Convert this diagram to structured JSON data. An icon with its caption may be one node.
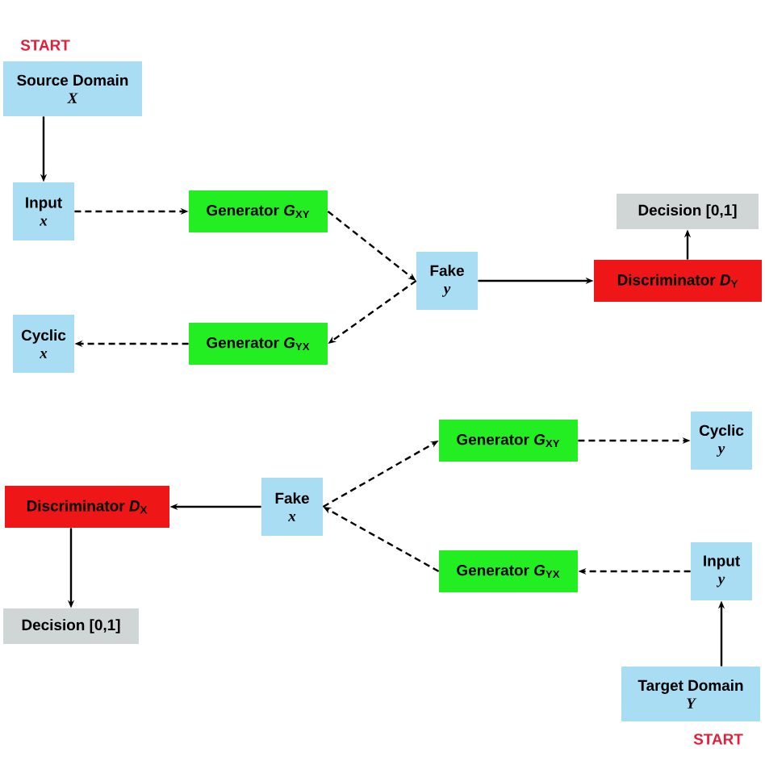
{
  "diagram": {
    "nodes": [
      {
        "text": [
          "Source Domain",
          "X"
        ],
        "beside": [
          "START"
        ]
      },
      {
        "text": [
          "Input",
          "x"
        ]
      },
      {
        "text": [
          "Generator *G*$_{XY}$"
        ]
      },
      {
        "text": [
          "Cyclic",
          "x"
        ]
      },
      {
        "text": [
          "Generator *G*$_{YX}$"
        ]
      },
      {
        "text": [
          "Fake",
          "y"
        ]
      },
      {
        "text": [
          "Discriminator *D*$_{Y}$"
        ]
      },
      {
        "text": [
          "Decision [0,1]"
        ]
      },
      {
        "text": [
          "Discriminator *D*$_{X}$"
        ]
      },
      {
        "text": [
          "Fake",
          "x"
        ]
      },
      {
        "text": [
          "Generator *G*$_{XY}$"
        ]
      },
      {
        "text": [
          "Generator *G*$_{YX}$"
        ]
      },
      {
        "text": [
          "Cyclic",
          "y"
        ]
      },
      {
        "text": [
          "Input",
          "y"
        ]
      },
      {
        "text": [
          "Target Domain",
          "Y"
        ],
        "beside": [
          "START"
        ]
      },
      {
        "text": [
          "Decision [0,1]"
        ]
      }
    ],
    "edges": [
      {
        "from": 0,
        "to": 1,
        "arrow": "to"
      },
      {
        "from": 1,
        "to": 2,
        "arrow": "to",
        "style": "dashed"
      },
      {
        "from": 2,
        "to": 5,
        "arrow": "to",
        "style": "dashed"
      },
      {
        "from": 5,
        "to": 4,
        "arrow": "to",
        "style": "dashed"
      },
      {
        "from": 4,
        "to": 3,
        "arrow": "to",
        "style": "dashed"
      },
      {
        "from": 5,
        "to": 6,
        "arrow": "to"
      },
      {
        "from": 6,
        "to": 7,
        "arrow": "to"
      },
      {
        "from": 14,
        "to": 13,
        "arrow": "to"
      },
      {
        "from": 13,
        "to": 11,
        "arrow": "to",
        "style": "dashed"
      },
      {
        "from": 11,
        "to": 9,
        "arrow": "to",
        "style": "dashed"
      },
      {
        "from": 9,
        "to": 10,
        "arrow": "to",
        "style": "dashed"
      },
      {
        "from": 10,
        "to": 12,
        "arrow": "to",
        "style": "dashed"
      },
      {
        "from": 9,
        "to": 8,
        "arrow": "to"
      },
      {
        "from": 8,
        "to": 15,
        "arrow": "to"
      }
    ]
  }
}
